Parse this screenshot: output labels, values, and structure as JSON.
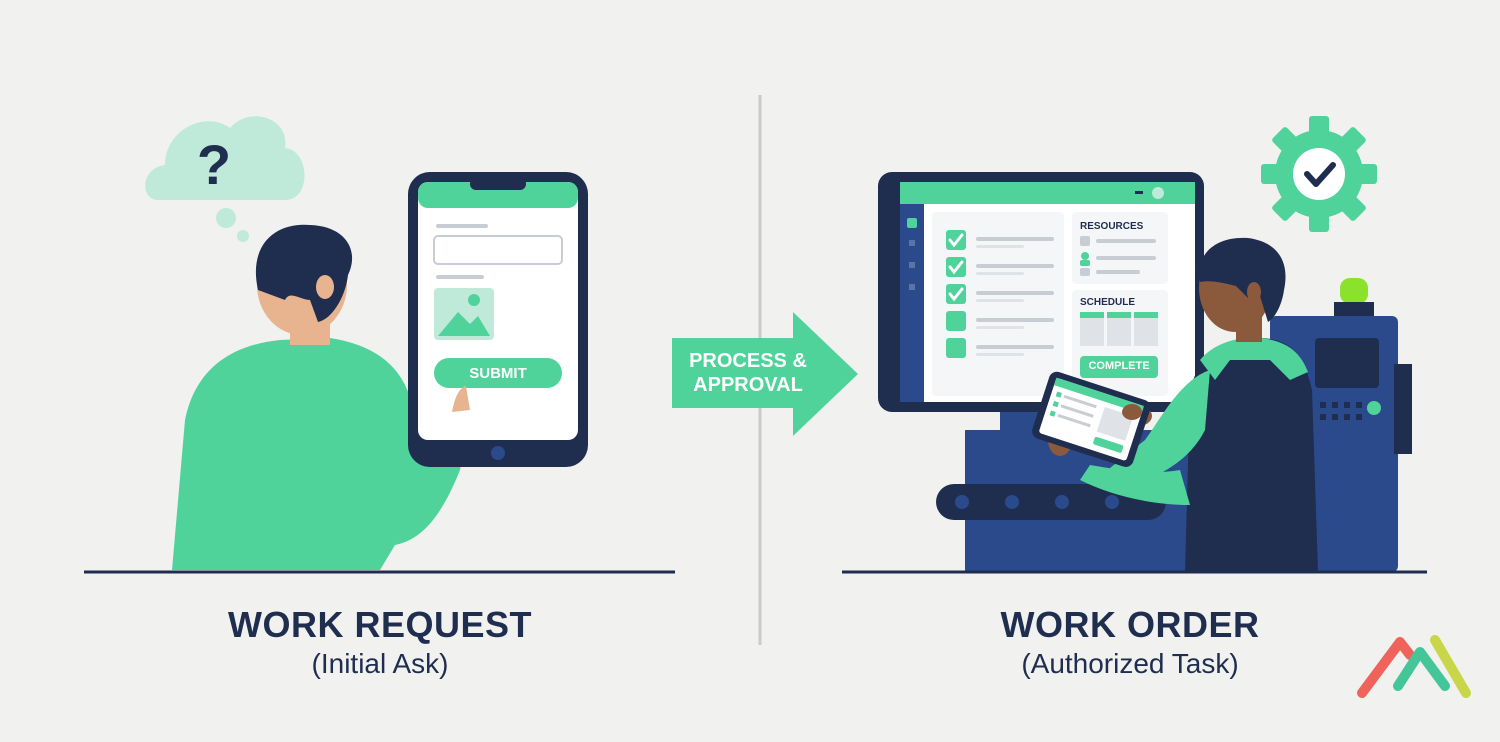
{
  "left_panel": {
    "title": "WORK REQUEST",
    "subtitle": "(Initial Ask)",
    "thought_icon": "question-mark-icon",
    "phone": {
      "submit_label": "SUBMIT",
      "image_icon": "image-placeholder-icon"
    }
  },
  "center": {
    "arrow_label_line1": "PROCESS &",
    "arrow_label_line2": "APPROVAL"
  },
  "right_panel": {
    "title": "WORK ORDER",
    "subtitle": "(Authorized Task)",
    "gear_icon": "gear-check-icon",
    "monitor": {
      "resources_label": "RESOURCES",
      "schedule_label": "SCHEDULE",
      "complete_label": "COMPLETE",
      "checklist": [
        true,
        true,
        true,
        false,
        false
      ]
    }
  },
  "colors": {
    "accent_green": "#4fd39b",
    "navy": "#1f2d4f",
    "dark_blue": "#2b4a8c",
    "background": "#f1f1ef",
    "skin": "#e8b48f"
  },
  "logo": "brand-logo-icon"
}
